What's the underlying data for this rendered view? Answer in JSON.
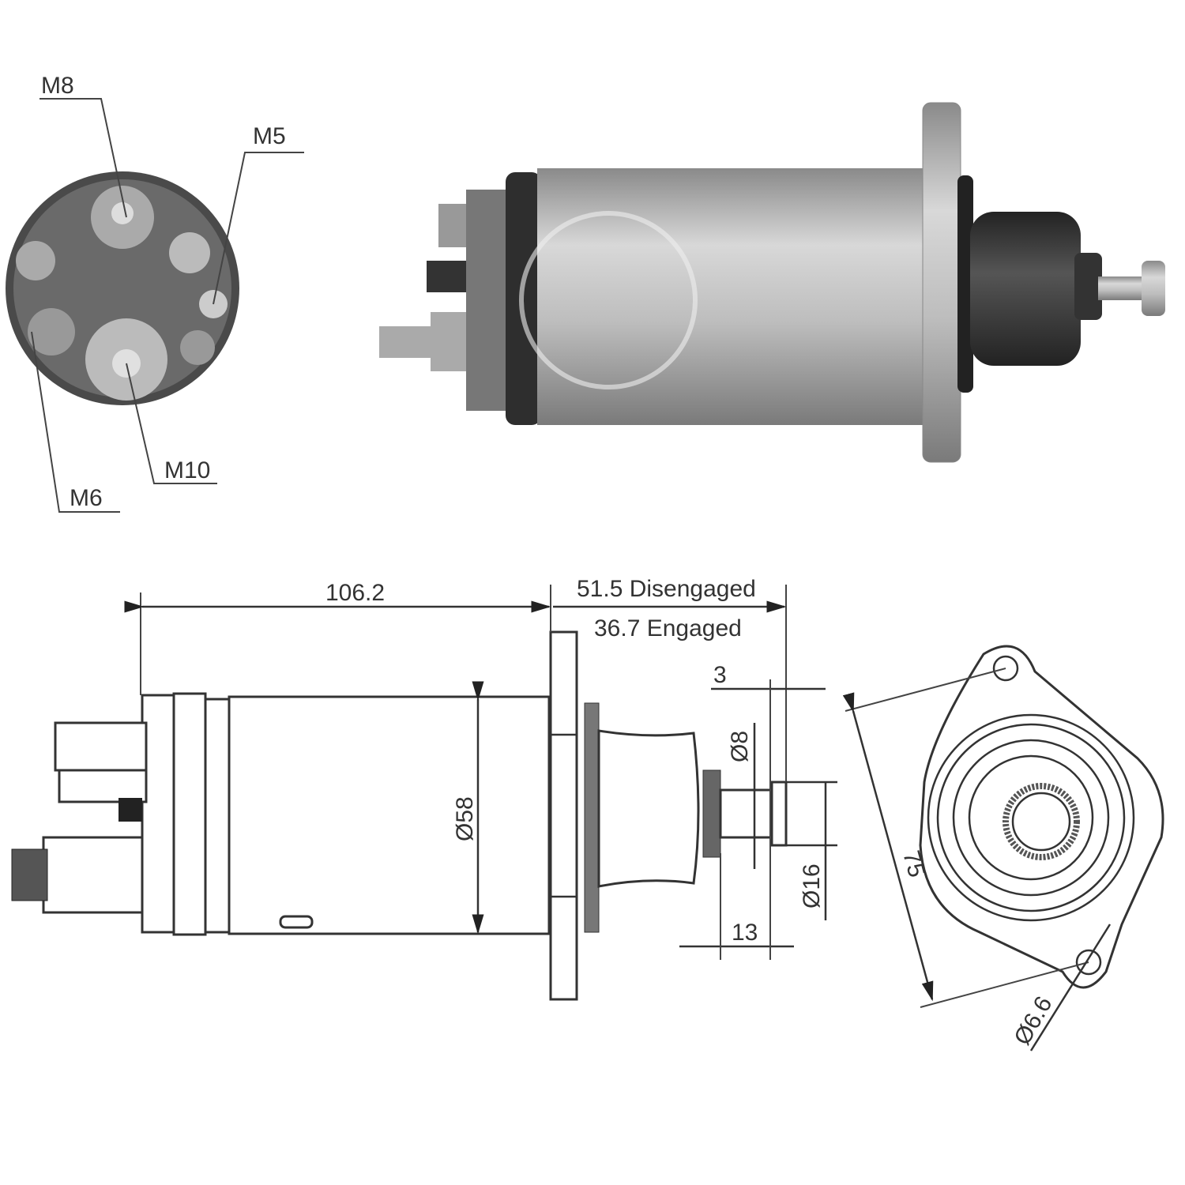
{
  "end_view_labels": {
    "m8": "M8",
    "m5": "M5",
    "m10": "M10",
    "m6": "M6"
  },
  "dimensions": {
    "body_length": "106.2",
    "disengaged": "51.5 Disengaged",
    "engaged": "36.7 Engaged",
    "washer_thickness": "3",
    "shaft_diameter": "Ø8",
    "body_diameter": "Ø58",
    "tip_diameter": "Ø16",
    "shaft_length": "13",
    "mounting_hole_distance": "75",
    "hole_diameter": "Ø6.6"
  },
  "colors": {
    "line": "#333333",
    "metal": "#b8b8b8",
    "boot": "#3a3a3a"
  }
}
